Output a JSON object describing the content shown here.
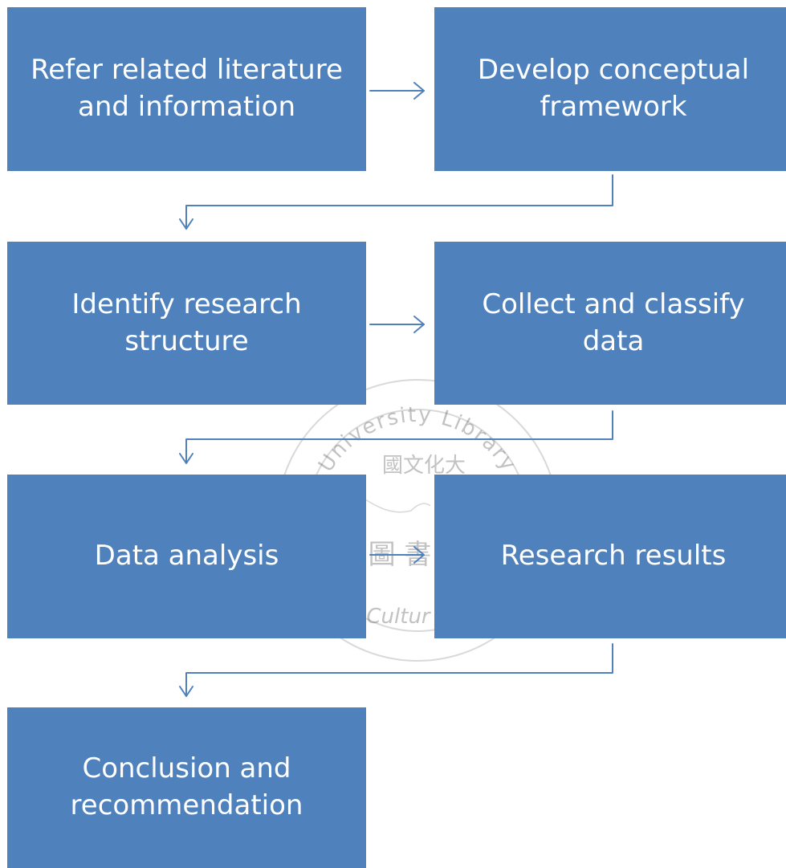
{
  "flowchart": {
    "colors": {
      "box_fill": "#4f81bd",
      "box_text": "#ffffff",
      "connector": "#4f81bd"
    },
    "steps": [
      {
        "label": "Refer related literature\nand information"
      },
      {
        "label": "Develop conceptual\nframework"
      },
      {
        "label": "Identify research\nstructure"
      },
      {
        "label": "Collect and classify\ndata"
      },
      {
        "label": "Data analysis"
      },
      {
        "label": "Research results"
      },
      {
        "label": "Conclusion and\nrecommendation"
      }
    ]
  },
  "watermark": {
    "arc_text": "University Library",
    "chinese_arc": "國文化大",
    "chinese_center": "圖 書",
    "bottom_text": "Cultur"
  }
}
